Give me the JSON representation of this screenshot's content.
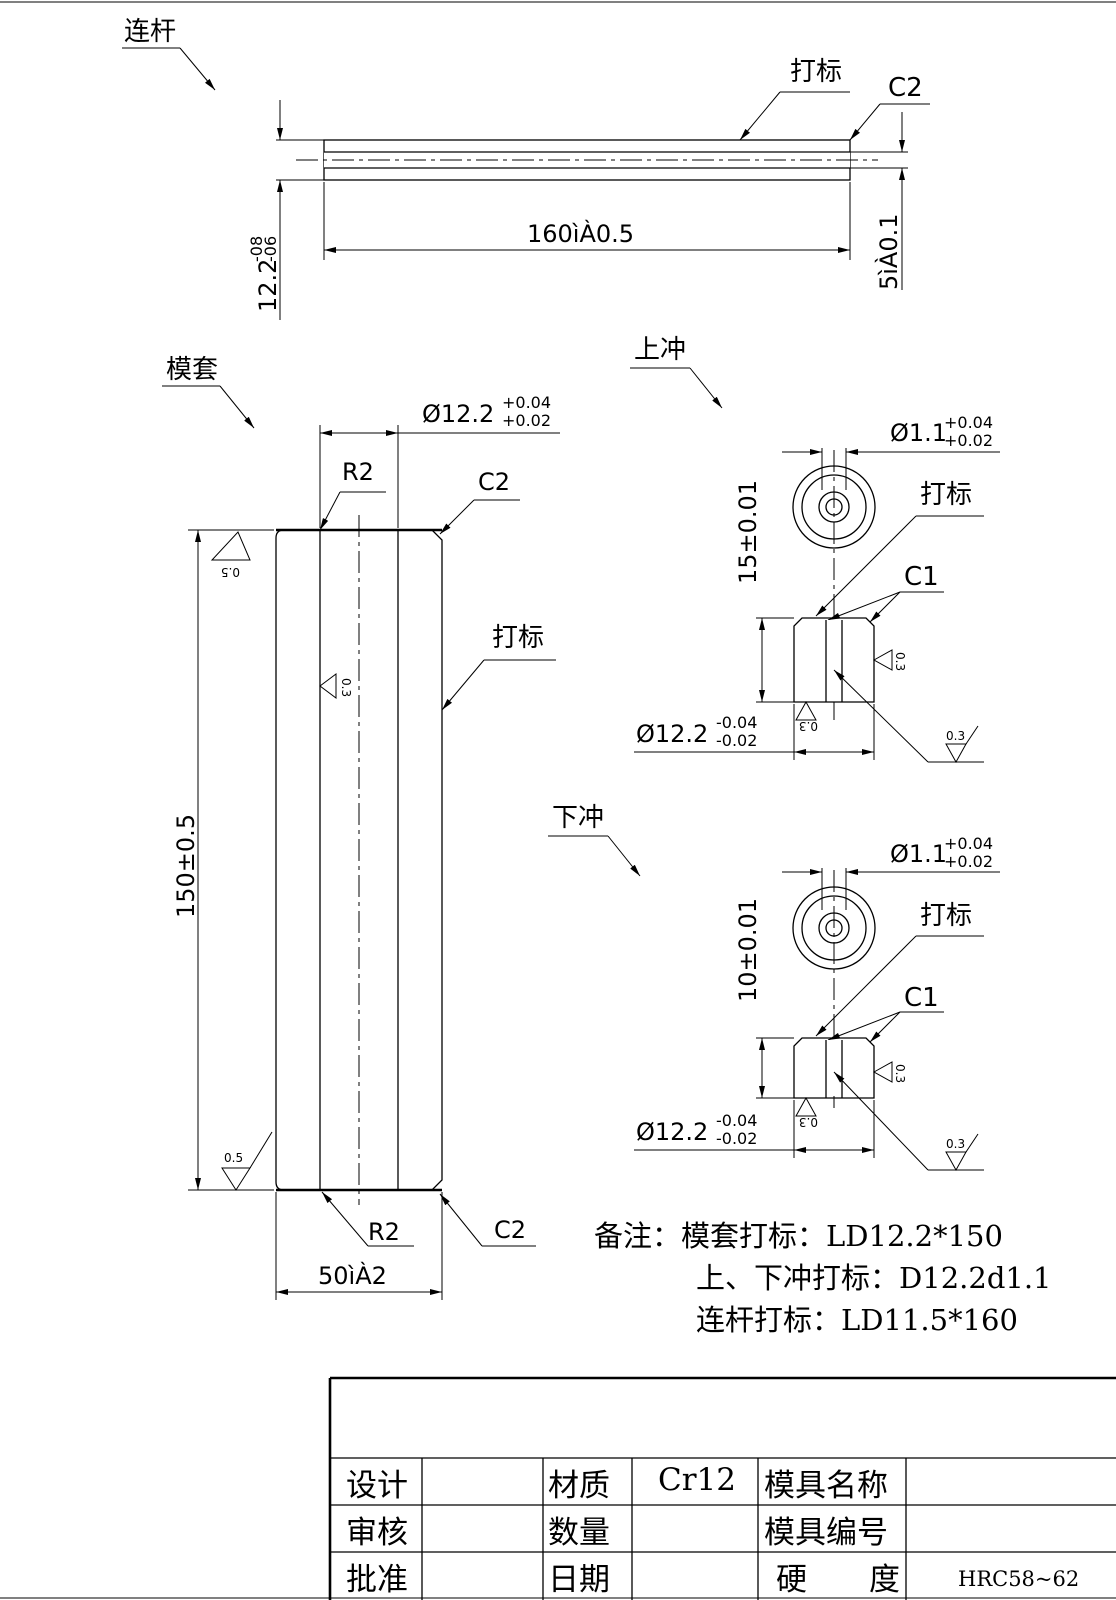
{
  "views": {
    "rod": {
      "title": "连杆",
      "mark": "打标",
      "chamfer": "C2",
      "dia_base": "12.2",
      "dia_tol_top": "-08",
      "dia_tol_bot": "-06",
      "length_dim": "160ìÀ0.5",
      "thickness_dim": "5ìÀ0.1"
    },
    "sleeve": {
      "title": "模套",
      "dia_base": "Ø12.2",
      "dia_tol_top": "+0.04",
      "dia_tol_bot": "+0.02",
      "radius_top": "R2",
      "chamfer_top": "C2",
      "mark": "打标",
      "length_dim": "150±0.5",
      "width_dim": "50ìÀ2",
      "radius_bottom": "R2",
      "chamfer_bottom": "C2",
      "rough_top": "0.5",
      "rough_inner": "0.3",
      "rough_bottom": "0.5"
    },
    "upper_punch": {
      "title": "上冲",
      "hole_dia_base": "Ø1.1",
      "hole_tol_top": "+0.04",
      "hole_tol_bot": "+0.02",
      "mark": "打标",
      "chamfer": "C1",
      "height_dim": "15±0.01",
      "dia_base": "Ø12.2",
      "dia_tol_top": "-0.04",
      "dia_tol_bot": "-0.02",
      "rough_side": "0.3",
      "rough_bottom": "0.3",
      "rough_leader": "0.3"
    },
    "lower_punch": {
      "title": "下冲",
      "hole_dia_base": "Ø1.1",
      "hole_tol_top": "+0.04",
      "hole_tol_bot": "+0.02",
      "mark": "打标",
      "chamfer": "C1",
      "height_dim": "10±0.01",
      "dia_base": "Ø12.2",
      "dia_tol_top": "-0.04",
      "dia_tol_bot": "-0.02",
      "rough_side": "0.3",
      "rough_bottom": "0.3",
      "rough_leader": "0.3"
    }
  },
  "notes": {
    "line1": "备注：模套打标：LD12.2*150",
    "line2": "上、下冲打标：D12.2d1.1",
    "line3": "连杆打标：LD11.5*160"
  },
  "title_block": {
    "design": "设计",
    "review": "审核",
    "approve": "批准",
    "material_label": "材质",
    "material_value": "Cr12",
    "quantity_label": "数量",
    "date_label": "日期",
    "mold_name_label": "模具名称",
    "mold_number_label": "模具编号",
    "hardness_label": "硬　　度",
    "hardness_value": "HRC58~62"
  }
}
